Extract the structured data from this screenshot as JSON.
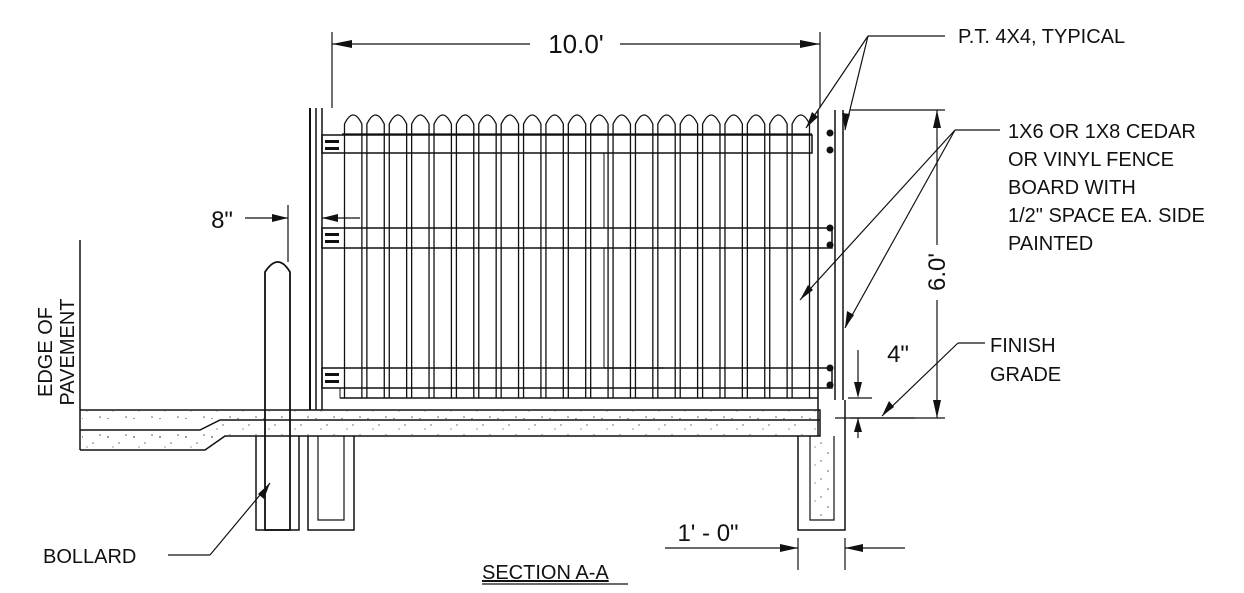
{
  "dimensions": {
    "width_label": "10.0'",
    "height_label": "6.0'",
    "setback_label": "8\"",
    "clearance_label": "4\"",
    "footing_label": "1' - 0\""
  },
  "callouts": {
    "post": "P.T. 4X4, TYPICAL",
    "board_lines": [
      "1X6 OR 1X8 CEDAR",
      "OR VINYL FENCE",
      "BOARD WITH",
      "1/2\" SPACE EA. SIDE",
      "PAINTED"
    ],
    "grade_lines": [
      "FINISH",
      "GRADE"
    ],
    "pavement_lines": [
      "EDGE OF",
      "PAVEMENT"
    ],
    "bollard": "BOLLARD"
  },
  "title": "SECTION A-A"
}
